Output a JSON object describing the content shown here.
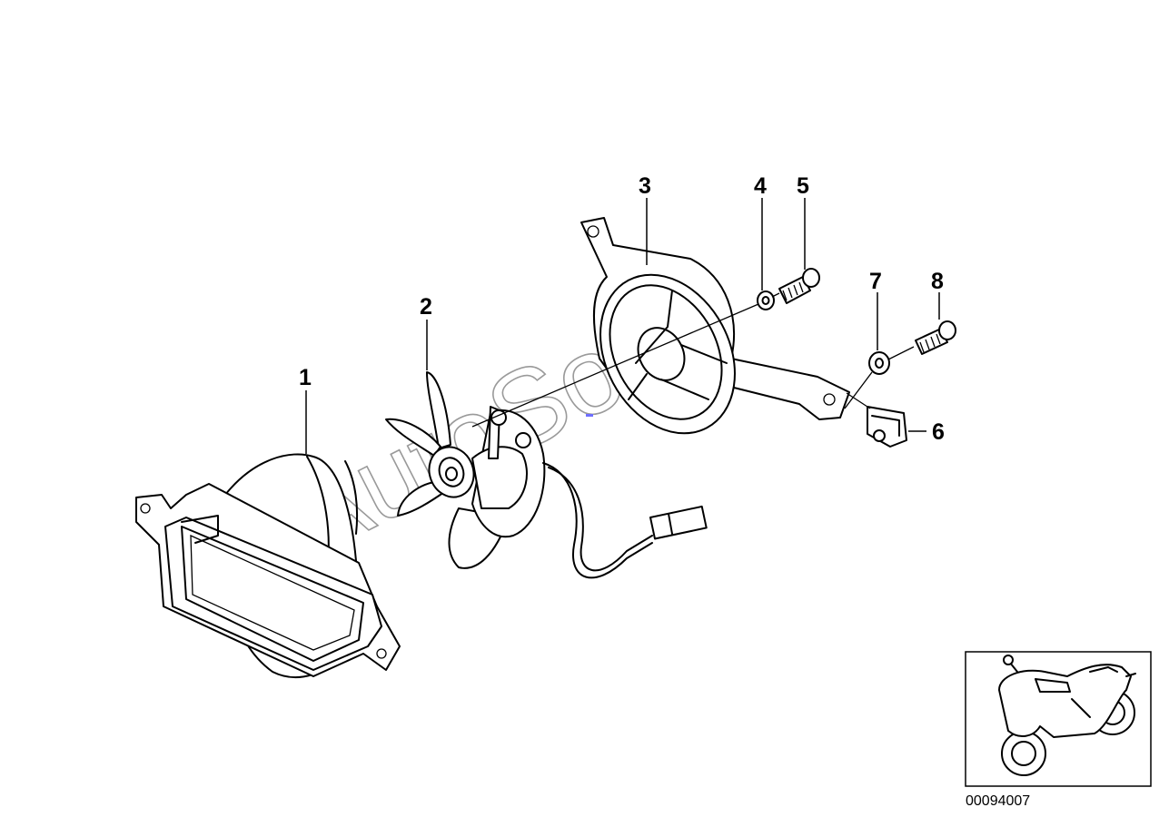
{
  "diagram": {
    "callouts": [
      {
        "id": "1",
        "label": "1"
      },
      {
        "id": "2",
        "label": "2"
      },
      {
        "id": "3",
        "label": "3"
      },
      {
        "id": "4",
        "label": "4"
      },
      {
        "id": "5",
        "label": "5"
      },
      {
        "id": "6",
        "label": "6"
      },
      {
        "id": "7",
        "label": "7"
      },
      {
        "id": "8",
        "label": "8"
      }
    ],
    "watermark": "AutoSoft",
    "drawing_code": "00094007"
  }
}
